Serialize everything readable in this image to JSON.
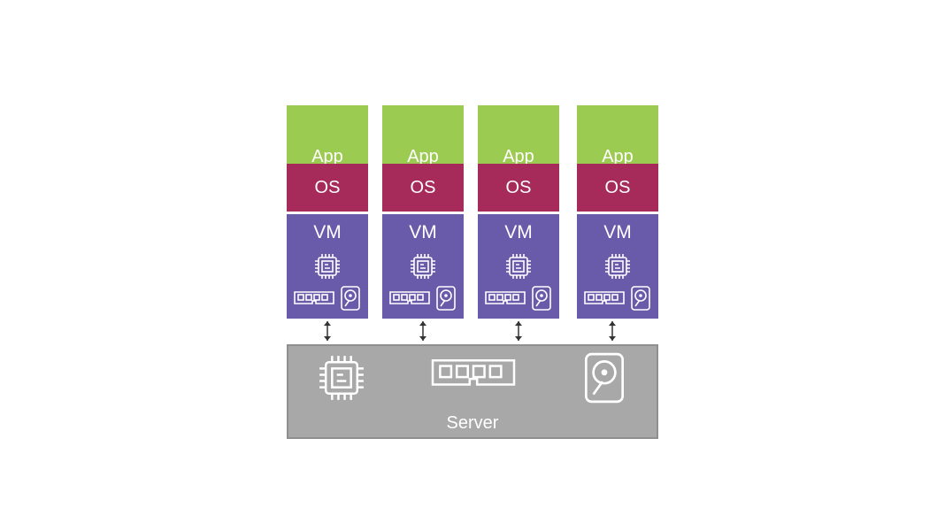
{
  "colors": {
    "app": "#9ccb51",
    "os": "#a62a5a",
    "vm": "#6a5aaa",
    "server": "#a8a8a8",
    "arrow": "#333333"
  },
  "stacks": [
    {
      "app": "App",
      "os": "OS",
      "vm": "VM"
    },
    {
      "app": "App",
      "os": "OS",
      "vm": "VM"
    },
    {
      "app": "App",
      "os": "OS",
      "vm": "VM"
    },
    {
      "app": "App",
      "os": "OS",
      "vm": "VM"
    }
  ],
  "server": {
    "label": "Server"
  },
  "icons": [
    "cpu-chip-icon",
    "ram-module-icon",
    "hard-disk-icon",
    "bidirectional-arrow-icon"
  ]
}
